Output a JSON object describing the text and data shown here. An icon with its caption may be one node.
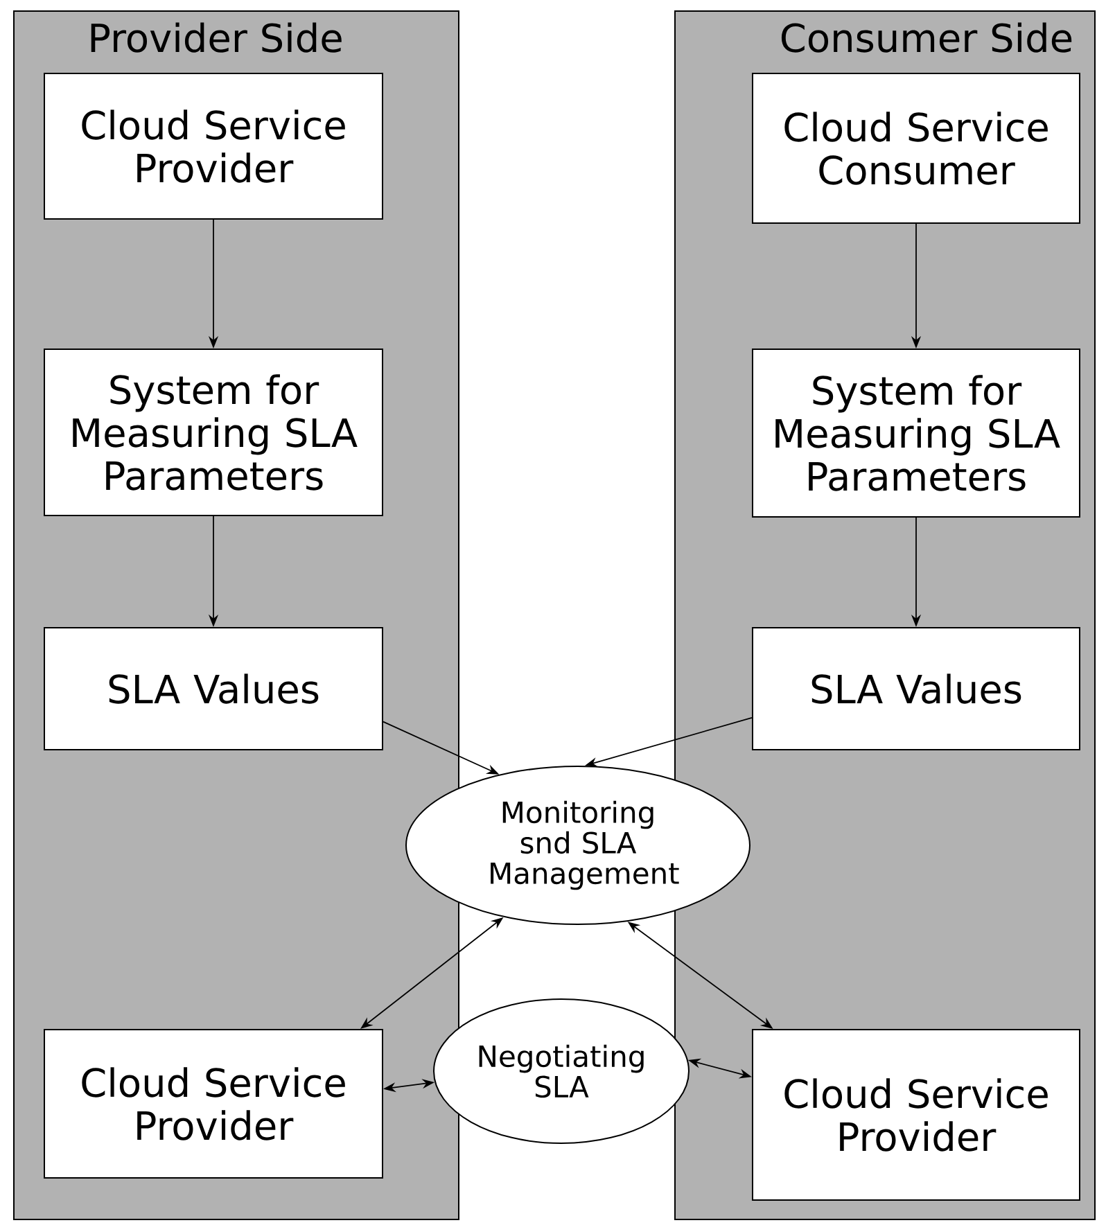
{
  "diagram": {
    "nodes": [
      {
        "text": [
          "Provider Side"
        ]
      },
      {
        "text": [
          "Cloud Service Provider"
        ],
        "in": 0
      },
      {
        "text": [
          "System for Measuring SLA Parameters"
        ],
        "in": 0
      },
      {
        "text": [
          "SLA Values"
        ],
        "in": 0
      },
      {
        "text": [
          "Cloud Service Provider"
        ],
        "in": 0
      },
      {
        "text": [
          "Consumer Side"
        ]
      },
      {
        "text": [
          "Cloud Service Consumer"
        ],
        "in": 5
      },
      {
        "text": [
          "System for Measuring SLA Parameters"
        ],
        "in": 5
      },
      {
        "text": [
          "SLA Values"
        ],
        "in": 5
      },
      {
        "text": [
          "Cloud Service Provider"
        ],
        "in": 5
      },
      {
        "text": [
          "Monitoring snd SLA Management"
        ]
      },
      {
        "text": [
          "Negotiating SLA"
        ]
      }
    ],
    "edges": [
      {
        "from": 1,
        "to": 2,
        "arrow": "to"
      },
      {
        "from": 2,
        "to": 3,
        "arrow": "to"
      },
      {
        "from": 6,
        "to": 7,
        "arrow": "to"
      },
      {
        "from": 7,
        "to": 8,
        "arrow": "to"
      },
      {
        "from": 3,
        "to": 10,
        "arrow": "to"
      },
      {
        "from": 8,
        "to": 10,
        "arrow": "to"
      },
      {
        "from": 10,
        "to": 4,
        "arrow": "both"
      },
      {
        "from": 10,
        "to": 9,
        "arrow": "both"
      },
      {
        "from": 4,
        "to": 11,
        "arrow": "both"
      },
      {
        "from": 11,
        "to": 9,
        "arrow": "both"
      }
    ]
  }
}
